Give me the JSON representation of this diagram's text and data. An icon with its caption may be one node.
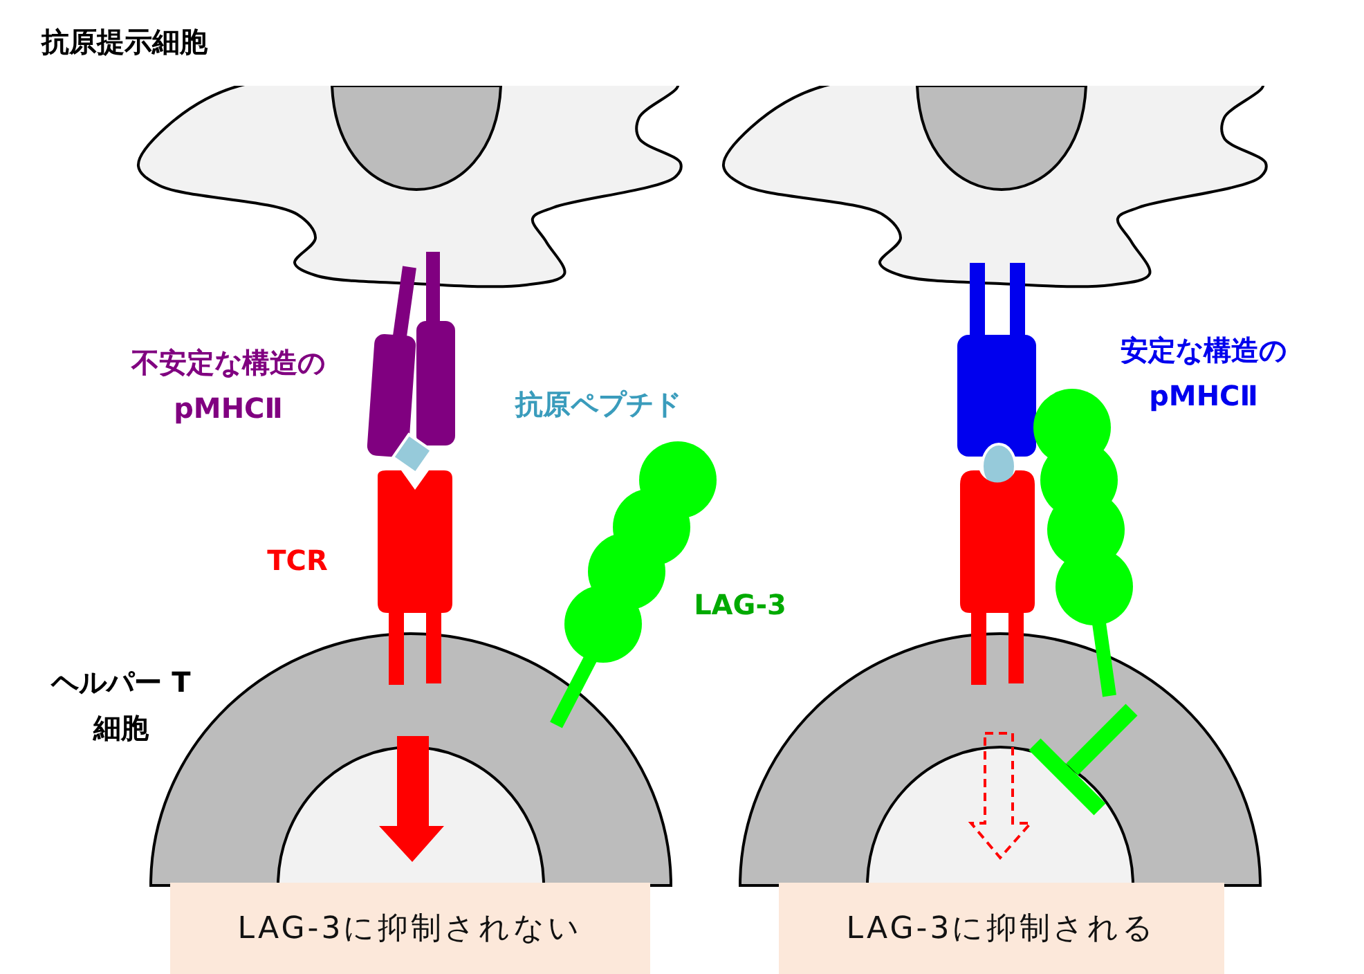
{
  "diagram": {
    "nodes": [
      {
        "text": [
          "LAG-3に抑制されない"
        ]
      },
      {
        "text": [
          "LAG-3に抑制される"
        ]
      }
    ],
    "edges": [],
    "labels": [
      "抗原提示細胞",
      "不安定な構造の pMHCⅡ",
      "抗原ペプチド",
      "安定な構造の pMHCⅡ",
      "TCR",
      "LAG-3",
      "ヘルパー T細胞"
    ]
  }
}
